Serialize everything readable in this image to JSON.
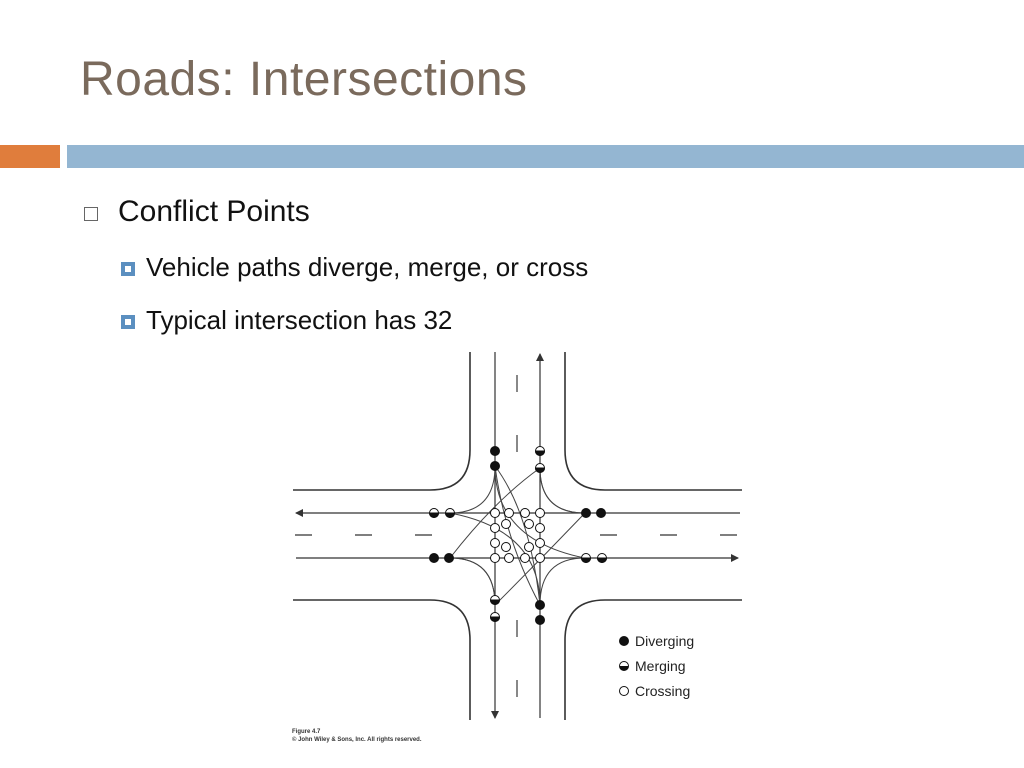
{
  "slide": {
    "title": "Roads: Intersections",
    "bullet_main": "Conflict Points",
    "sub_bullets": [
      "Vehicle paths diverge, merge, or cross",
      "Typical intersection has 32"
    ]
  },
  "legend": [
    {
      "label": "Diverging",
      "type": "diverging"
    },
    {
      "label": "Merging",
      "type": "merging"
    },
    {
      "label": "Crossing",
      "type": "crossing"
    }
  ],
  "caption": {
    "figure": "Figure 4.7",
    "copyright": "© John Wiley & Sons, Inc. All rights reserved."
  },
  "colors": {
    "title": "#7a6a5c",
    "accent_orange": "#e07d3c",
    "accent_blue": "#94b6d2",
    "bullet_blue": "#5b8fc0"
  },
  "icons": [
    "hollow-square-bullet",
    "filled-square-bullet"
  ]
}
